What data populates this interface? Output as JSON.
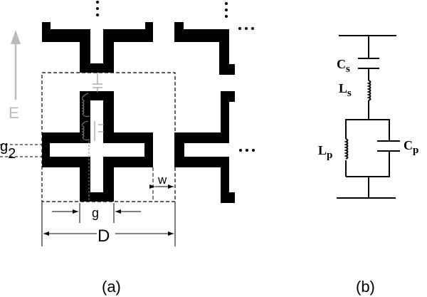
{
  "panel_a": {
    "field_label": "E",
    "dim_g2": "g",
    "dim_g2_sub": "2",
    "dim_w": "w",
    "dim_g": "g",
    "dim_D": "D",
    "caption": "(a)",
    "ellipsis": "•••"
  },
  "panel_b": {
    "cs": "C",
    "cs_sub": "s",
    "ls": "L",
    "ls_sub": "s",
    "lp": "L",
    "lp_sub": "p",
    "cp": "C",
    "cp_sub": "p",
    "caption": "(b)"
  },
  "colors": {
    "metal": "#000000",
    "arrow": "#bbbbbb",
    "annot": "#888888"
  }
}
